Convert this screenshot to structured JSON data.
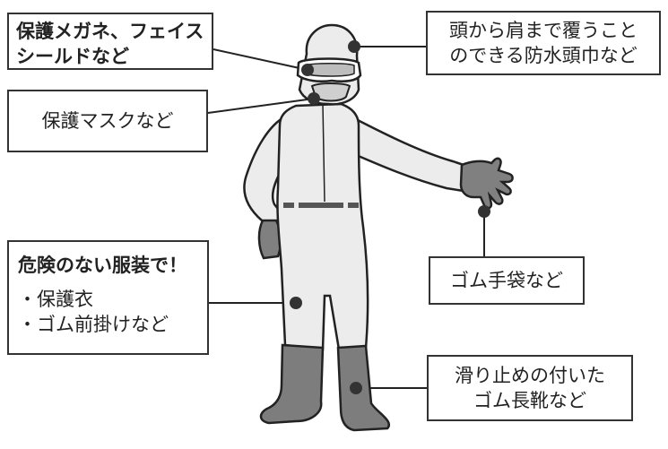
{
  "callouts": {
    "goggles": {
      "line1": "保護メガネ、フェイス",
      "line2": "シールドなど"
    },
    "hood": {
      "line1": "頭から肩まで覆うこと",
      "line2": "のできる防水頭巾など"
    },
    "mask": {
      "text": "保護マスクなど"
    },
    "gloves": {
      "text": "ゴム手袋など"
    },
    "clothing": {
      "heading": "危険のない服装で！",
      "items": [
        "・保護衣",
        "・ゴム前掛けなど"
      ]
    },
    "boots": {
      "line1": "滑り止めの付いた",
      "line2": "ゴム長靴など"
    }
  },
  "colors": {
    "suit": "#ececec",
    "outline": "#222222",
    "boots": "#7d7d7d",
    "gloves": "#808080",
    "belt": "#555555",
    "dot": "#333333"
  }
}
